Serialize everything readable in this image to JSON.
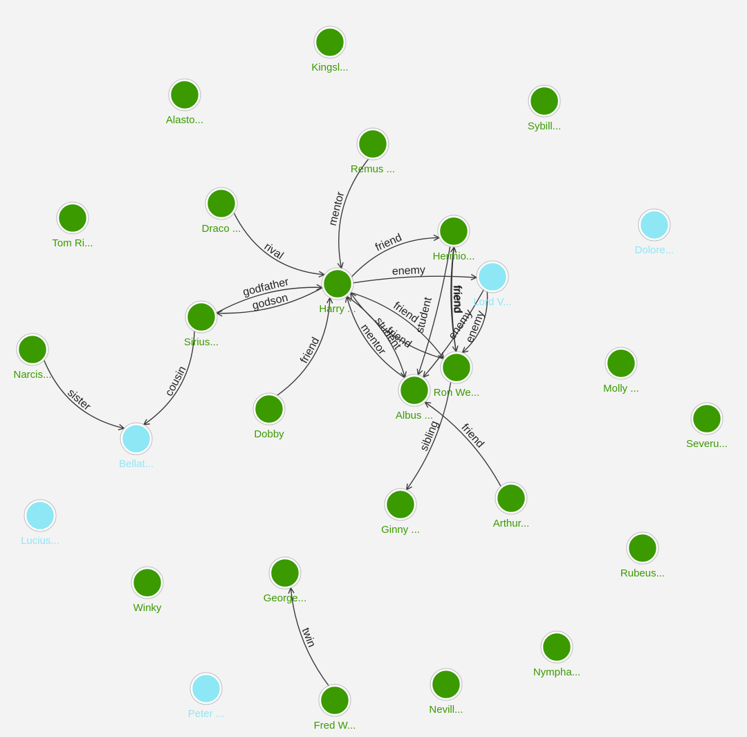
{
  "colors": {
    "background": "#f3f3f3",
    "character": "#3a9a00",
    "death_eater": "#8ee7f5",
    "edge": "#3a3a3a",
    "edge_label": "#222222"
  },
  "nodes": [
    {
      "id": "kingsley",
      "label": "Kingsl...",
      "group": "character"
    },
    {
      "id": "alastor",
      "label": "Alasto...",
      "group": "character"
    },
    {
      "id": "sybill",
      "label": "Sybill...",
      "group": "character"
    },
    {
      "id": "remus",
      "label": "Remus ...",
      "group": "character"
    },
    {
      "id": "draco",
      "label": "Draco ...",
      "group": "character"
    },
    {
      "id": "tom",
      "label": "Tom Ri...",
      "group": "character"
    },
    {
      "id": "hermione",
      "label": "Hermio...",
      "group": "character"
    },
    {
      "id": "dolores",
      "label": "Dolore...",
      "group": "death_eater"
    },
    {
      "id": "harry",
      "label": "Harry ...",
      "group": "character"
    },
    {
      "id": "voldemort",
      "label": "Lord V...",
      "group": "death_eater"
    },
    {
      "id": "sirius",
      "label": "Sirius...",
      "group": "character"
    },
    {
      "id": "narcissa",
      "label": "Narcis...",
      "group": "character"
    },
    {
      "id": "ron",
      "label": "Ron We...",
      "group": "character"
    },
    {
      "id": "molly",
      "label": "Molly ...",
      "group": "character"
    },
    {
      "id": "albus",
      "label": "Albus ...",
      "group": "character"
    },
    {
      "id": "dobby",
      "label": "Dobby",
      "group": "character"
    },
    {
      "id": "bellatrix",
      "label": "Bellat...",
      "group": "death_eater"
    },
    {
      "id": "severus",
      "label": "Severu...",
      "group": "character"
    },
    {
      "id": "ginny",
      "label": "Ginny ...",
      "group": "character"
    },
    {
      "id": "arthur",
      "label": "Arthur...",
      "group": "character"
    },
    {
      "id": "lucius",
      "label": "Lucius...",
      "group": "death_eater"
    },
    {
      "id": "rubeus",
      "label": "Rubeus...",
      "group": "character"
    },
    {
      "id": "winky",
      "label": "Winky",
      "group": "character"
    },
    {
      "id": "george",
      "label": "George...",
      "group": "character"
    },
    {
      "id": "nymphadora",
      "label": "Nympha...",
      "group": "character"
    },
    {
      "id": "peter",
      "label": "Peter ...",
      "group": "death_eater"
    },
    {
      "id": "neville",
      "label": "Nevill...",
      "group": "character"
    },
    {
      "id": "fred",
      "label": "Fred W...",
      "group": "character"
    }
  ],
  "edges": [
    {
      "from": "draco",
      "to": "harry",
      "label": "rival"
    },
    {
      "from": "remus",
      "to": "harry",
      "label": "mentor"
    },
    {
      "from": "harry",
      "to": "hermione",
      "label": "friend"
    },
    {
      "from": "harry",
      "to": "voldemort",
      "label": "enemy"
    },
    {
      "from": "sirius",
      "to": "harry",
      "label": "godfather"
    },
    {
      "from": "harry",
      "to": "sirius",
      "label": "godson"
    },
    {
      "from": "dobby",
      "to": "harry",
      "label": "friend"
    },
    {
      "from": "harry",
      "to": "ron",
      "label": "friend"
    },
    {
      "from": "harry",
      "to": "albus",
      "label": "student"
    },
    {
      "from": "albus",
      "to": "harry",
      "label": "mentor"
    },
    {
      "from": "ron",
      "to": "harry",
      "label": "friend"
    },
    {
      "from": "hermione",
      "to": "albus",
      "label": "student"
    },
    {
      "from": "hermione",
      "to": "ron",
      "label": "friend"
    },
    {
      "from": "ron",
      "to": "hermione",
      "label": "friend"
    },
    {
      "from": "voldemort",
      "to": "albus",
      "label": "enemy"
    },
    {
      "from": "voldemort",
      "to": "ron",
      "label": "enemy"
    },
    {
      "from": "narcissa",
      "to": "bellatrix",
      "label": "sister"
    },
    {
      "from": "sirius",
      "to": "bellatrix",
      "label": "cousin"
    },
    {
      "from": "ron",
      "to": "ginny",
      "label": "sibling"
    },
    {
      "from": "arthur",
      "to": "albus",
      "label": "friend"
    },
    {
      "from": "fred",
      "to": "george",
      "label": "twin"
    }
  ]
}
